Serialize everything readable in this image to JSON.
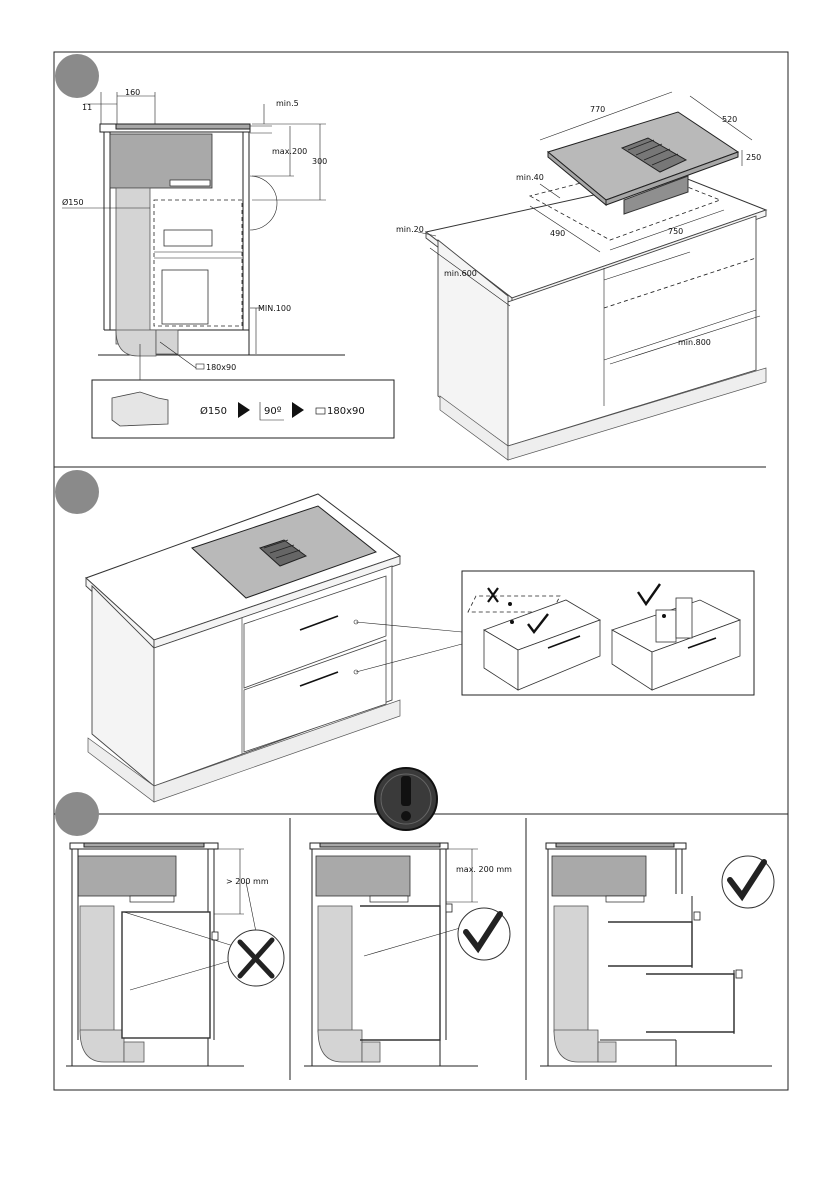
{
  "steps": [
    {
      "id": "1",
      "left_view": {
        "dimensions": {
          "d_11": "11",
          "d_160": "160",
          "d_min5": "min.5",
          "d_max200": "max.200",
          "d_300": "300",
          "d_150": "Ø150",
          "d_min100": "MIN.100",
          "d_outlet": "180x90"
        },
        "conversion": {
          "from": "Ø150",
          "angle": "90º",
          "to": "180x90"
        }
      },
      "right_view": {
        "dimensions": {
          "d_770": "770",
          "d_520": "520",
          "d_250": "250",
          "d_min40": "min.40",
          "d_490": "490",
          "d_750": "750",
          "d_min20": "min.20",
          "d_min600": "min.600",
          "d_min800": "min.800"
        }
      }
    },
    {
      "id": "2"
    },
    {
      "id": "3",
      "panels": [
        {
          "label": "> 200 mm",
          "verdict": "wrong"
        },
        {
          "label": "max. 200 mm",
          "verdict": "correct"
        },
        {
          "label": "",
          "verdict": "correct"
        }
      ]
    }
  ],
  "colors": {
    "hob": "#a7a7a7",
    "duct": "#d4d4d4",
    "warning_badge": "#3a3a3a",
    "step_badge": "#8a8a8a"
  }
}
